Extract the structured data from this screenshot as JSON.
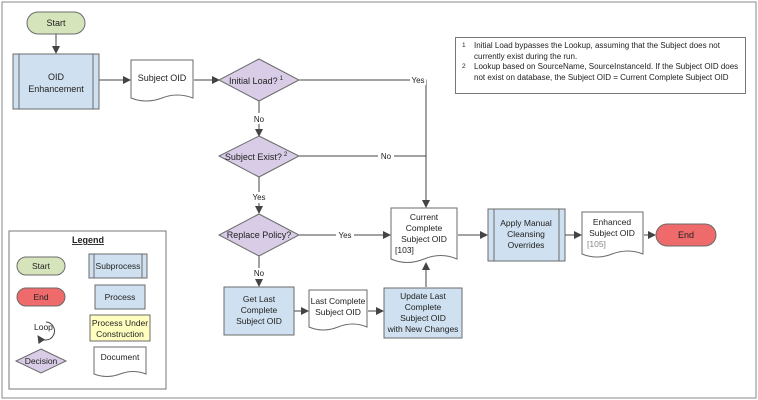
{
  "nodes": {
    "start": "Start",
    "oid_enhancement": [
      "OID",
      "Enhancement"
    ],
    "subject_oid_doc": "Subject OID",
    "initial_load": "Initial Load?",
    "initial_load_sup": "1",
    "subject_exist": "Subject Exist?",
    "subject_exist_sup": "2",
    "replace_policy": "Replace Policy?",
    "current_complete": [
      "Current",
      "Complete",
      "Subject OID"
    ],
    "current_complete_ref": "[103]",
    "apply_manual": [
      "Apply Manual",
      "Cleansing",
      "Overrides"
    ],
    "enhanced_subject": [
      "Enhanced",
      "Subject OID"
    ],
    "enhanced_subject_ref": "[105]",
    "end": "End",
    "get_last": [
      "Get Last",
      "Complete",
      "Subject OID"
    ],
    "last_complete_doc": [
      "Last Complete",
      "Subject OID"
    ],
    "update_last": [
      "Update Last",
      "Complete",
      "Subject OID",
      "with New Changes"
    ]
  },
  "edges": {
    "yes_initial": "Yes",
    "no_initial": "No",
    "no_exist": "No",
    "yes_exist": "Yes",
    "yes_replace": "Yes",
    "no_replace": "No"
  },
  "notes": [
    {
      "num": "1",
      "text": "Initial Load bypasses the Lookup, assuming that the Subject does not currently exist during the run."
    },
    {
      "num": "2",
      "text": "Lookup based on SourceName, SourceInstanceId.  If the Subject OID does not exist on database, the Subject OID = Current Complete Subject OID"
    }
  ],
  "legend": {
    "title": "Legend",
    "start": "Start",
    "end": "End",
    "loop": "Loop",
    "decision": "Decision",
    "subprocess": "Subprocess",
    "process": "Process",
    "under_construction": [
      "Process Under",
      "Construction"
    ],
    "document": "Document"
  },
  "colors": {
    "process_fill": "#cfe0f0",
    "terminator_start": "#d6e4bc",
    "terminator_end": "#ef6a6a",
    "decision_fill": "#d8cce6",
    "construction_fill": "#ffffc0",
    "stroke": "#6b6b6b"
  }
}
